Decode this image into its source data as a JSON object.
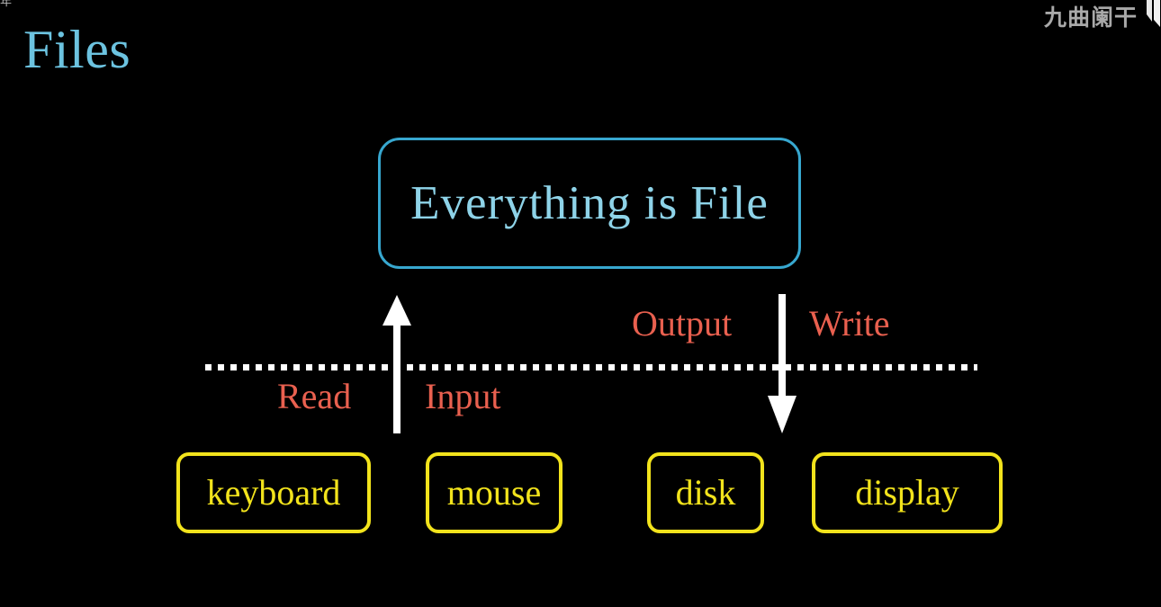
{
  "slide": {
    "background_color": "#000000",
    "title": "Files",
    "title_color": "#6cc3e0"
  },
  "watermark": {
    "top_left_fragment": "年",
    "top_right_text": "九曲阑干",
    "color": "#a9a9a9"
  },
  "concept": {
    "label": "Everything is File",
    "border_color": "#37a7cf",
    "text_color": "#8ed3e8"
  },
  "boundary": {
    "style": "dotted",
    "color": "#ffffff"
  },
  "flows": [
    {
      "name": "read-input-flow",
      "direction": "up",
      "arrow_color": "#ffffff",
      "below_line_label": "Read",
      "above_line_label": "Input",
      "label_color": "#e9604f"
    },
    {
      "name": "output-write-flow",
      "direction": "down",
      "arrow_color": "#ffffff",
      "above_line_label": "Output",
      "below_line_label": "Write",
      "label_color": "#e9604f"
    }
  ],
  "labels": {
    "read": "Read",
    "input": "Input",
    "output": "Output",
    "write": "Write"
  },
  "devices": [
    {
      "label": "keyboard",
      "border_color": "#f2e31c",
      "text_color": "#f2e31c"
    },
    {
      "label": "mouse",
      "border_color": "#f2e31c",
      "text_color": "#f2e31c"
    },
    {
      "label": "disk",
      "border_color": "#f2e31c",
      "text_color": "#f2e31c"
    },
    {
      "label": "display",
      "border_color": "#f2e31c",
      "text_color": "#f2e31c"
    }
  ]
}
